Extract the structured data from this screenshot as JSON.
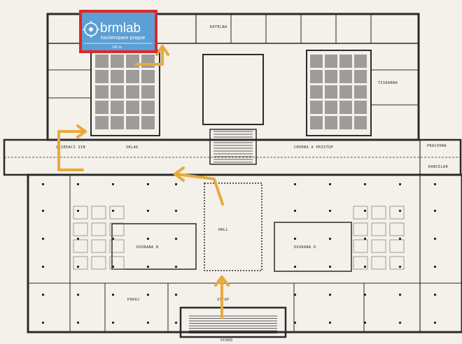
{
  "logo": {
    "brand": "brmlab",
    "tagline": "hackerspace prague",
    "sub": "100 m"
  },
  "colors": {
    "route": "#e8a93c",
    "logo_frame": "#e0262b",
    "logo_bg": "#5b9fd4",
    "logo_text": "#ffffff",
    "wall": "#2b2b2b",
    "paper": "#f3f1ea"
  },
  "plan_labels": {
    "hall": "HALL",
    "hall_b": "DVORANA B",
    "hall_d": "DVORANA D",
    "tisk": "TISKARNA",
    "kotelna": "KOTELNA",
    "sklad": "SKLAD",
    "kancelar": "KANCELAR",
    "pracovna": "PRACOVNA",
    "zasedaci": "ZASEDACI SIN",
    "chodba": "CHODBA A PRISTUP",
    "vstup": "VSTUP",
    "pokoj": "POKOJ",
    "vchod": "VCHOD"
  }
}
